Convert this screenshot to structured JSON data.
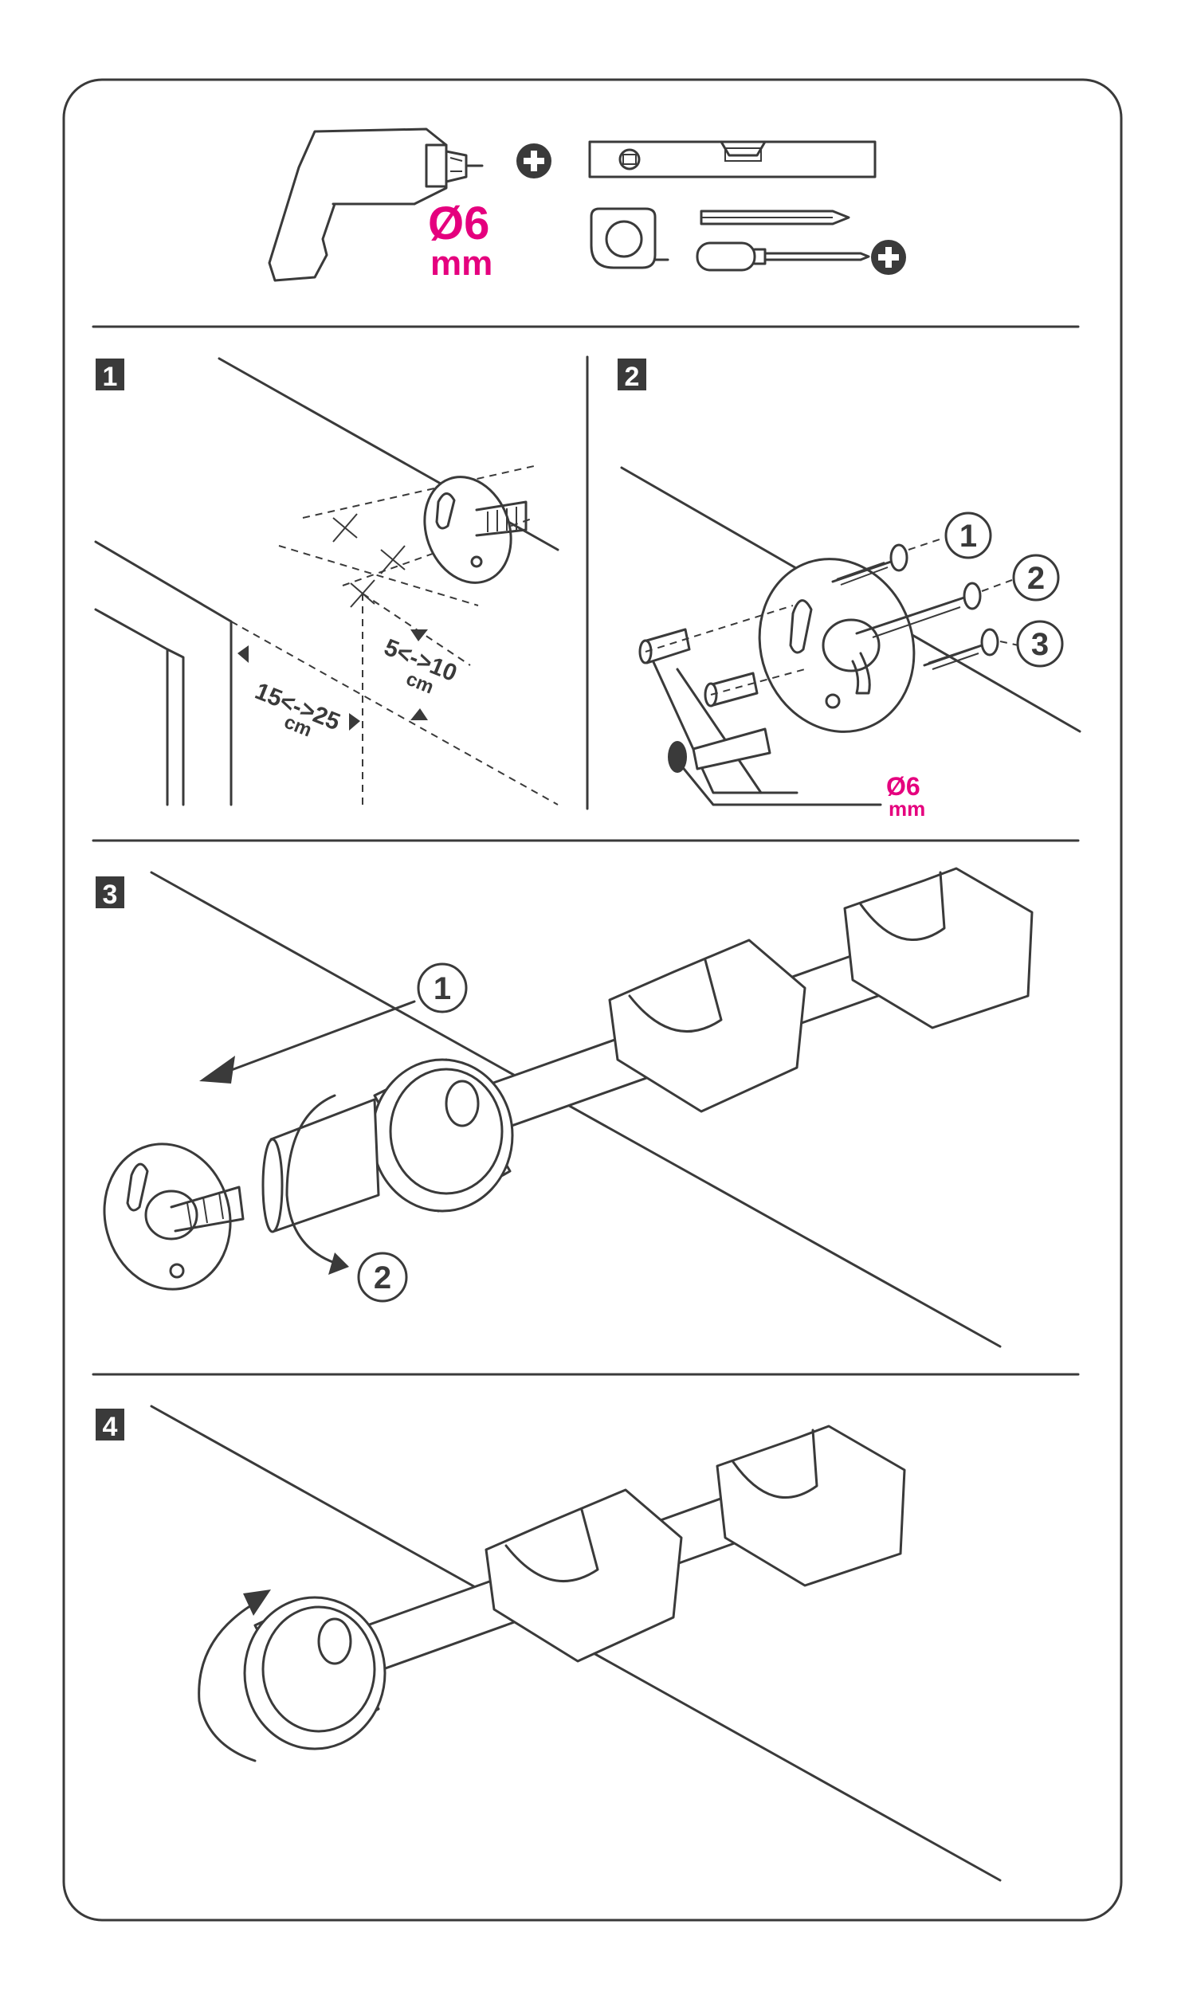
{
  "colors": {
    "ink": "#3a3a3a",
    "accent": "#e5007e",
    "background": "#ffffff"
  },
  "tools": {
    "drill_bit_size": "Ø6",
    "drill_bit_unit": "mm",
    "icons": [
      "drill-icon",
      "phillips-bit-icon",
      "spirit-level-icon",
      "tape-measure-icon",
      "pencil-icon",
      "screwdriver-icon"
    ]
  },
  "steps": [
    {
      "number": "1",
      "measure_a": "15<->25",
      "measure_a_unit": "cm",
      "measure_b": "5<->10",
      "measure_b_unit": "cm"
    },
    {
      "number": "2",
      "callouts": [
        "1",
        "2",
        "3"
      ],
      "bit_size": "Ø6",
      "bit_unit": "mm"
    },
    {
      "number": "3",
      "callouts": [
        "1",
        "2"
      ]
    },
    {
      "number": "4"
    }
  ]
}
